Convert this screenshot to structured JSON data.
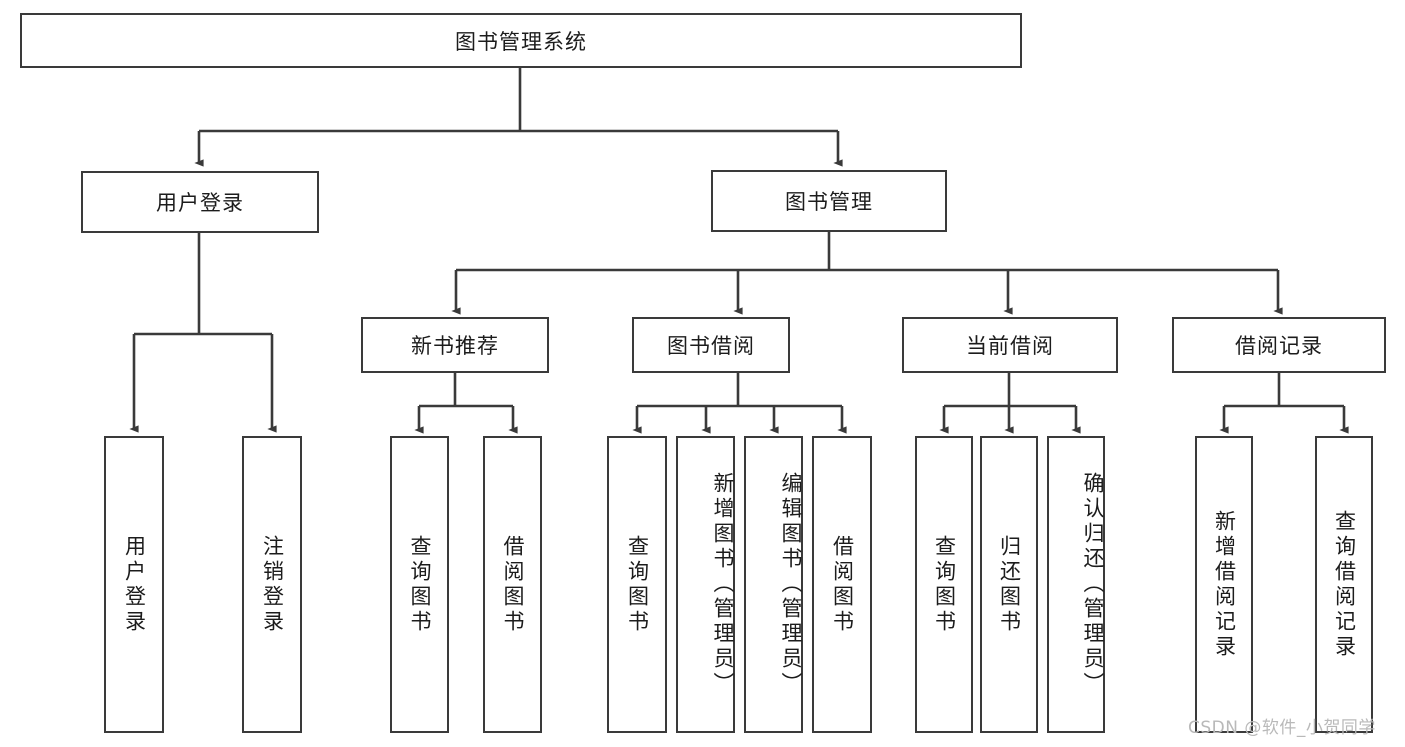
{
  "diagram": {
    "title": "图书管理系统",
    "type": "tree-hierarchy-diagram",
    "watermark": "CSDN @软件_小贺同学",
    "colors": {
      "stroke": "#3a3a3a",
      "fill": "#ffffff",
      "text": "#1c1c1c",
      "watermark": "#b9b9b9"
    },
    "nodes": {
      "root": {
        "label": "图书管理系统"
      },
      "level1": [
        {
          "label": "用户登录"
        },
        {
          "label": "图书管理"
        }
      ],
      "level2": [
        {
          "label": "新书推荐"
        },
        {
          "label": "图书借阅"
        },
        {
          "label": "当前借阅"
        },
        {
          "label": "借阅记录"
        }
      ],
      "leaves": {
        "user_login": [
          {
            "label": "用户登录"
          },
          {
            "label": "注销登录"
          }
        ],
        "new_book": [
          {
            "label": "查询图书"
          },
          {
            "label": "借阅图书"
          }
        ],
        "book_borrow": [
          {
            "label": "查询图书"
          },
          {
            "label": "新增图书（管理员）"
          },
          {
            "label": "编辑图书（管理员）"
          },
          {
            "label": "借阅图书"
          }
        ],
        "current_borrow": [
          {
            "label": "查询图书"
          },
          {
            "label": "归还图书"
          },
          {
            "label": "确认归还（管理员）"
          }
        ],
        "borrow_record": [
          {
            "label": "新增借阅记录"
          },
          {
            "label": "查询借阅记录"
          }
        ]
      }
    }
  }
}
